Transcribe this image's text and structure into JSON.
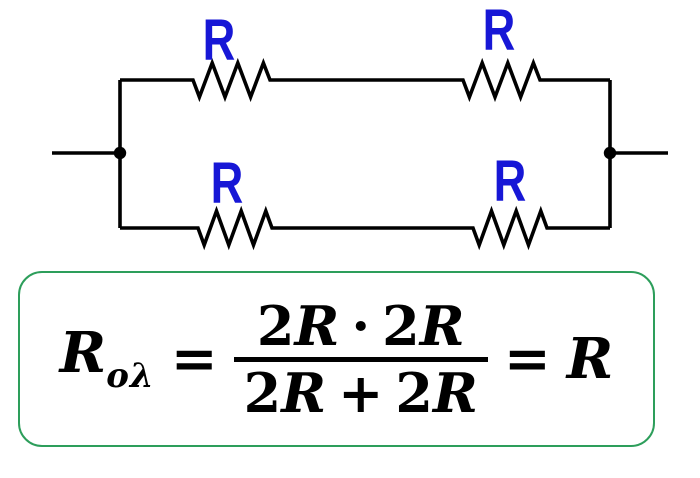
{
  "circuit": {
    "wire_color": "#000000",
    "label_color": "#1717D6",
    "topology": "two parallel branches, each with two series resistors",
    "resistor_labels": [
      {
        "label": "R",
        "position": "top-left"
      },
      {
        "label": "R",
        "position": "top-right"
      },
      {
        "label": "R",
        "position": "bottom-left"
      },
      {
        "label": "R",
        "position": "bottom-right"
      }
    ]
  },
  "formula": {
    "box_border_color": "#2D9E5B",
    "text_color": "#000000",
    "lhs_base": "R",
    "lhs_sub": "ολ",
    "eq1": "=",
    "num_c1": "2",
    "num_r1": "R",
    "num_op": "·",
    "num_c2": "2",
    "num_r2": "R",
    "den_c1": "2",
    "den_r1": "R",
    "den_op": "+",
    "den_c2": "2",
    "den_r2": "R",
    "eq2": "=",
    "result": "R",
    "reading": "R_ολ = (2R · 2R) / (2R + 2R) = R"
  }
}
